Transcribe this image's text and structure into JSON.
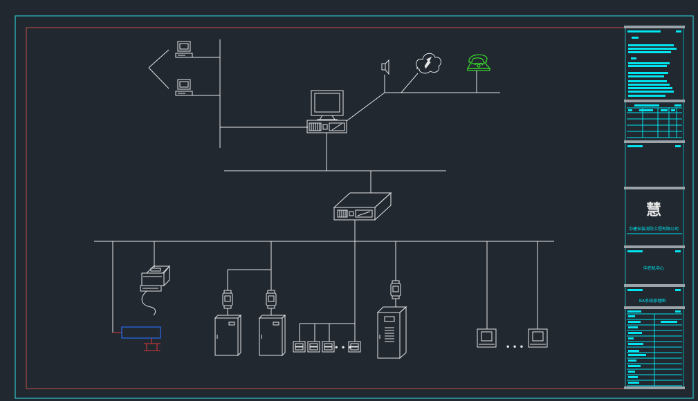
{
  "colors": {
    "background": "#212830",
    "outer_frame": "#2ec4c9",
    "inner_frame": "#c0504d",
    "wire": "#e6e6e6",
    "title_block": "#00e5ef",
    "phone": "#3adf2a",
    "connector_blue": "#2b6cf0",
    "connector_red": "#e03a3a"
  },
  "title_block": {
    "logo_glyph": "慧",
    "company_name": "中建安装消防工程有限公司",
    "center_label": "中控机中心",
    "drawing_title": "BA系统原理图"
  },
  "ellipses": [
    "• • •",
    "• • •"
  ],
  "icons": [
    "workstation-icon",
    "speaker-icon",
    "cloud-network-icon",
    "telephone-icon",
    "network-switch-icon",
    "card-reader-icon",
    "protocol-converter-icon",
    "control-cabinet-icon",
    "meter-module-icon",
    "ups-cabinet-icon",
    "panel-meter-icon"
  ]
}
